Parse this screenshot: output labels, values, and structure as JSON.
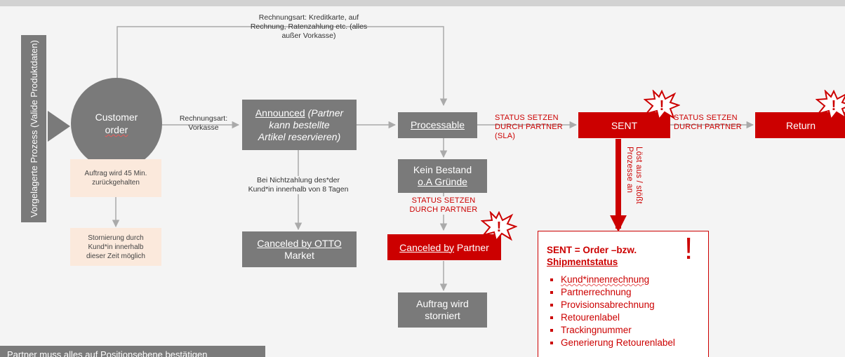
{
  "left_bar": {
    "text": "Vorgelagerte Prozess (Valide Produktdaten)"
  },
  "customer_order": {
    "line1": "Customer",
    "line2": "order"
  },
  "top_route_label": {
    "line1": "Rechnungsart: Kreditkarte, auf",
    "line2": "Rechnung, Ratenzahlung etc. (alles",
    "line3": "außer Vorkasse)"
  },
  "vorkasse_label": {
    "line1": "Rechnungsart:",
    "line2": "Vorkasse"
  },
  "announced": {
    "title": "Announced",
    "line1_rest": " (Partner",
    "line2": "kann bestellte",
    "line3": "Artikel reservieren)"
  },
  "processable": {
    "label": "Processable"
  },
  "status_setzen_sla": {
    "line1": "STATUS SETZEN",
    "line2": "DURCH PARTNER",
    "line3": "(SLA)"
  },
  "sent": {
    "label": "SENT"
  },
  "status_setzen_2": {
    "line1": "STATUS SETZEN",
    "line2": "DURCH PARTNER"
  },
  "return": {
    "label": "Return"
  },
  "hold_note": {
    "line1": "Auftrag wird 45 Min.",
    "line2": "zurückgehalten"
  },
  "cancel_note": {
    "line1": "Stornierung durch",
    "line2": "Kund*in innerhalb",
    "line3": "dieser Zeit möglich"
  },
  "nonpayment_label": {
    "line1": "Bei Nichtzahlung des*der",
    "line2": "Kund*in innerhalb von 8 Tagen"
  },
  "canceled_otto": {
    "part1": "Canceled by OTTO",
    "part2": "Market"
  },
  "kein_bestand": {
    "line1": "Kein Bestand",
    "line2": "o.A Gründe"
  },
  "status_setzen_3": {
    "line1": "STATUS SETZEN",
    "line2": "DURCH PARTNER"
  },
  "canceled_partner": {
    "part1": "Canceled by",
    "part2": " Partner"
  },
  "auftrag_storniert": {
    "line1": "Auftrag wird",
    "line2": "storniert"
  },
  "lost_aus": {
    "text": "Löst aus / stößt Prozesse an"
  },
  "sent_info": {
    "title1": "SENT = Order –bzw.",
    "title2": "Shipmentstatus",
    "exclamation": "!",
    "items": [
      "Kund*innenrechnung",
      "Partnerrechnung",
      "Provisionsabrechnung",
      "Retourenlabel",
      "Trackingnummer",
      "Generierung Retourenlabel"
    ]
  },
  "footer": {
    "text": "Partner muss alles auf Positionsebene bestätigen"
  },
  "burst": {
    "symbol": "!"
  },
  "colors": {
    "accent_red": "#cc0000",
    "box_grey": "#7a7a7a",
    "note_peach": "#fbe9dc",
    "line_grey": "#aaaaaa"
  }
}
